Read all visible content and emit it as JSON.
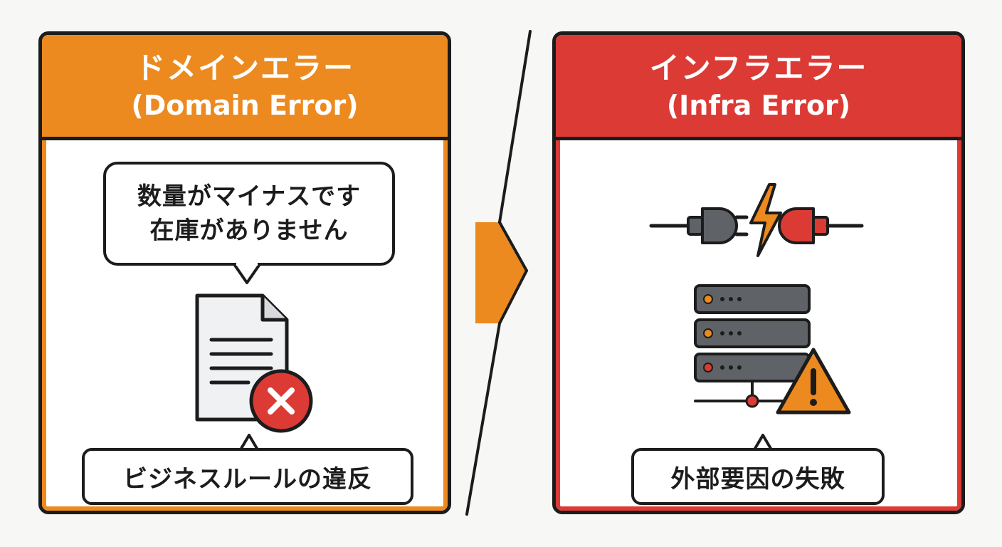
{
  "domain_error": {
    "title_jp": "ドメインエラー",
    "title_en": "(Domain Error)",
    "bubble_lines": [
      "数量がマイナスです",
      "在庫がありません"
    ],
    "label": "ビジネスルールの違反",
    "accent_color": "#ec8a1f",
    "icons": [
      "document-icon",
      "error-x-icon"
    ]
  },
  "infra_error": {
    "title_jp": "インフラエラー",
    "title_en": "(Infra Error)",
    "label": "外部要因の失敗",
    "accent_color": "#dc3a35",
    "icons": [
      "plug-icon",
      "lightning-icon",
      "server-icon",
      "warning-icon"
    ]
  },
  "divider": {
    "arrow_color": "#ec8a1f",
    "icon": "arrow-right-icon"
  }
}
